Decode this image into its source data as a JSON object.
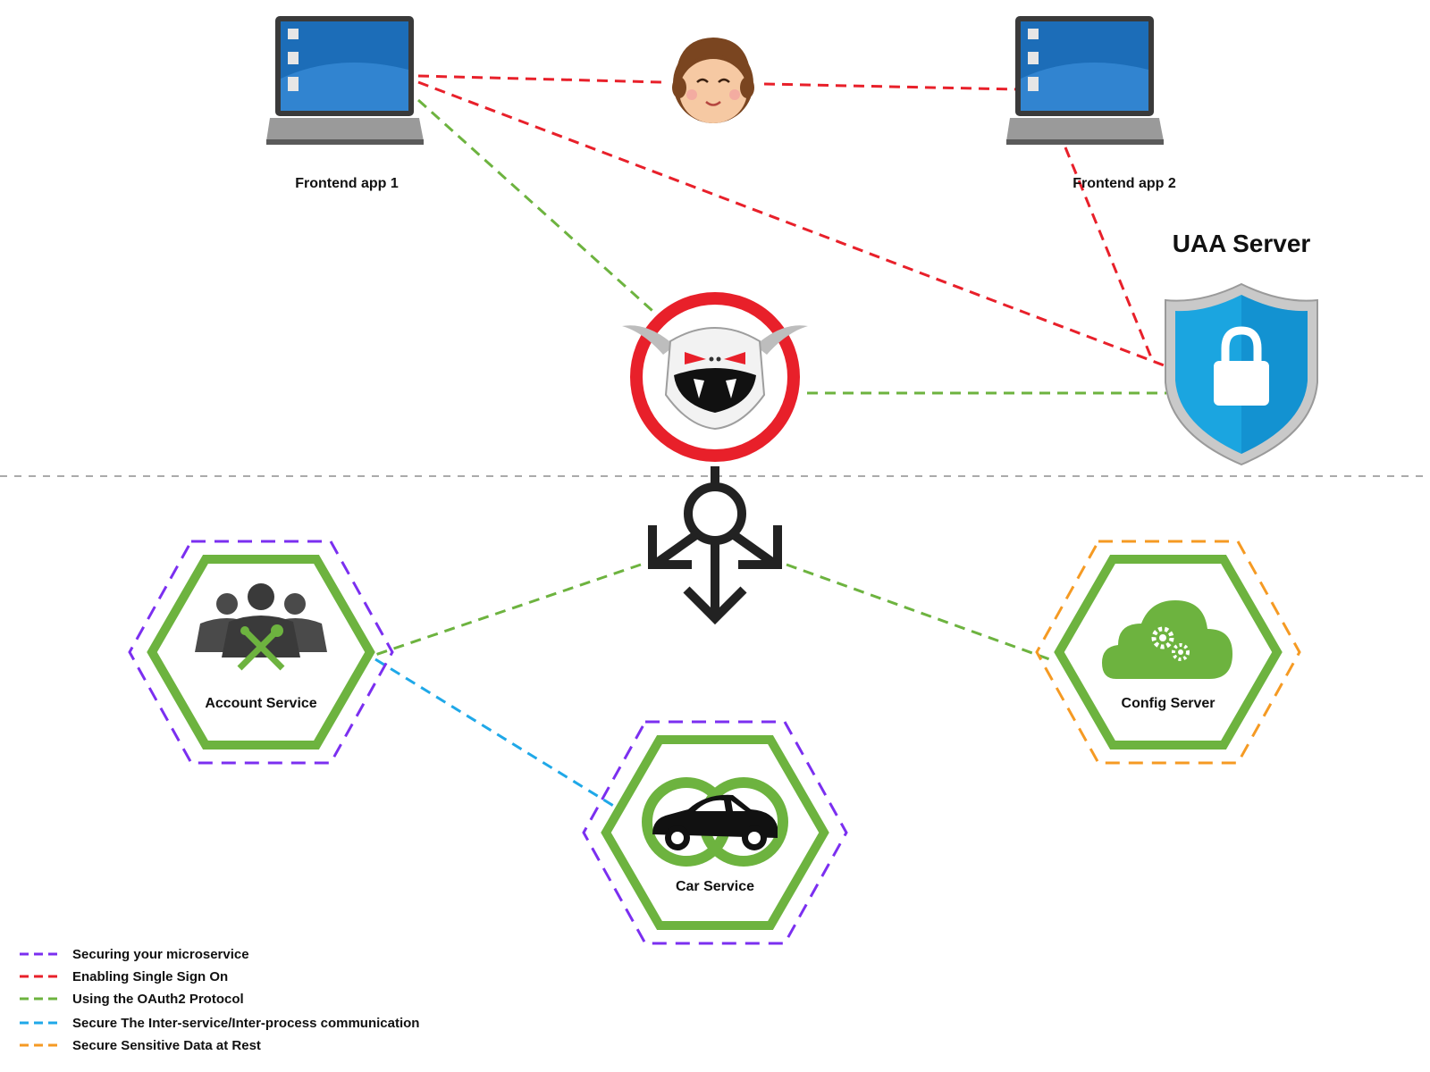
{
  "nodes": {
    "frontend1": {
      "label": "Frontend app 1"
    },
    "frontend2": {
      "label": "Frontend app 2"
    },
    "uaa": {
      "label": "UAA Server"
    },
    "account": {
      "label": "Account Service"
    },
    "car": {
      "label": "Car Service"
    },
    "config": {
      "label": "Config Server"
    }
  },
  "legend": [
    {
      "label": "Securing your microservice",
      "color": "#7b2ff0"
    },
    {
      "label": "Enabling Single Sign On",
      "color": "#e8202a"
    },
    {
      "label": "Using the OAuth2 Protocol",
      "color": "#6db33f"
    },
    {
      "label": "Secure The Inter-service/Inter-process communication",
      "color": "#1fa8e8"
    },
    {
      "label": "Secure Sensitive Data at Rest",
      "color": "#f59a23"
    }
  ],
  "colors": {
    "purple": "#7b2ff0",
    "red": "#e8202a",
    "green": "#6db33f",
    "blue": "#1fa8e8",
    "orange": "#f59a23",
    "divider": "#aaaaaa"
  }
}
